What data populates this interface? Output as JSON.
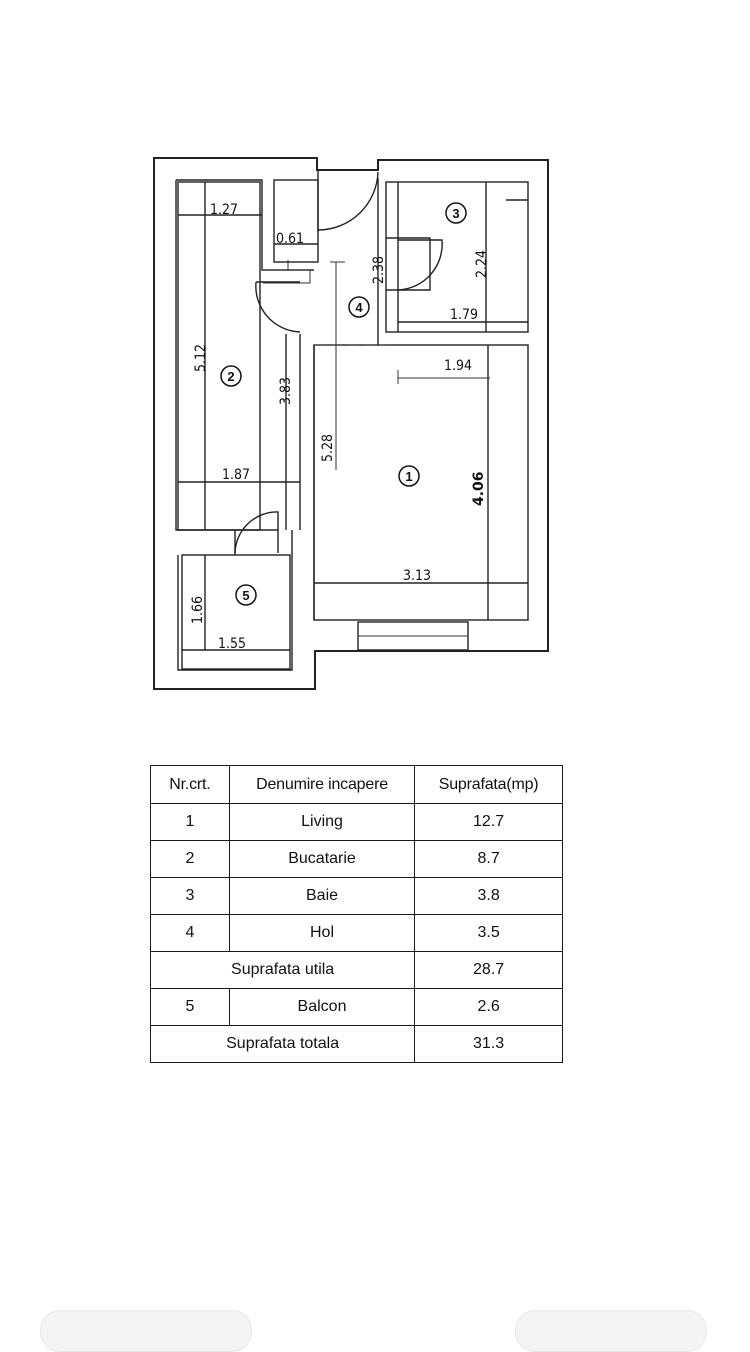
{
  "floor_plan": {
    "rooms": [
      {
        "id": "1",
        "label": "1"
      },
      {
        "id": "2",
        "label": "2"
      },
      {
        "id": "3",
        "label": "3"
      },
      {
        "id": "4",
        "label": "4"
      },
      {
        "id": "5",
        "label": "5"
      }
    ],
    "dimensions": {
      "d_1_27": "1.27",
      "d_0_61": "0.61",
      "d_5_12": "5.12",
      "d_3_83": "3.83",
      "d_1_87": "1.87",
      "d_2_38": "2.38",
      "d_2_24": "2.24",
      "d_1_79": "1.79",
      "d_1_94": "1.94",
      "d_5_28": "5.28",
      "d_4_06": "4.06",
      "d_3_13": "3.13",
      "d_1_66": "1.66",
      "d_1_55": "1.55"
    }
  },
  "table": {
    "headers": [
      "Nr.crt.",
      "Denumire incapere",
      "Suprafata(mp)"
    ],
    "rows": [
      {
        "nr": "1",
        "name": "Living",
        "area": "12.7"
      },
      {
        "nr": "2",
        "name": "Bucatarie",
        "area": "8.7"
      },
      {
        "nr": "3",
        "name": "Baie",
        "area": "3.8"
      },
      {
        "nr": "4",
        "name": "Hol",
        "area": "3.5"
      }
    ],
    "useful": {
      "label": "Suprafata utila",
      "area": "28.7"
    },
    "balcony": {
      "nr": "5",
      "name": "Balcon",
      "area": "2.6"
    },
    "total": {
      "label": "Suprafata totala",
      "area": "31.3"
    }
  }
}
